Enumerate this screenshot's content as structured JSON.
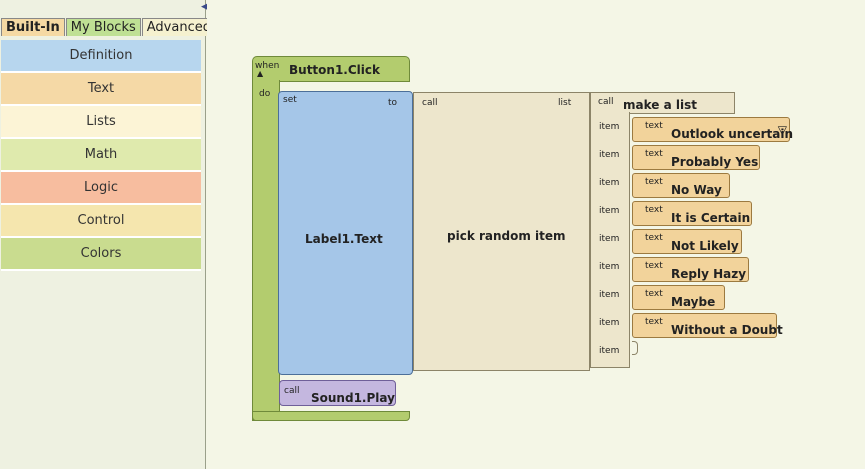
{
  "tabs": [
    {
      "label": "Built-In"
    },
    {
      "label": "My Blocks"
    },
    {
      "label": "Advanced"
    }
  ],
  "drawers": [
    {
      "label": "Definition",
      "color": "#b7d6ee"
    },
    {
      "label": "Text",
      "color": "#f5d9a6"
    },
    {
      "label": "Lists",
      "color": "#fcf4d6"
    },
    {
      "label": "Math",
      "color": "#dfeaad"
    },
    {
      "label": "Logic",
      "color": "#f7bd9f"
    },
    {
      "label": "Control",
      "color": "#f5e6ae"
    },
    {
      "label": "Colors",
      "color": "#c9dc8f"
    }
  ],
  "event": {
    "when_label": "when",
    "name": "Button1.Click",
    "do_label": "do",
    "color": "#b3cc6e"
  },
  "setter": {
    "set_label": "set",
    "name": "Label1.Text",
    "to_label": "to",
    "color": "#a5c6e8"
  },
  "random": {
    "call_label": "call",
    "name": "pick random item",
    "list_label": "list",
    "color": "#ede6cc"
  },
  "makelist": {
    "call_label": "call",
    "name": "make a list",
    "item_label": "item",
    "color": "#ede6cc"
  },
  "text_tag": "text",
  "text_color": "#f2d39b",
  "items": [
    "Outlook uncertain",
    "Probably Yes",
    "No Way",
    "It is Certain",
    "Not Likely",
    "Reply Hazy",
    "Maybe",
    "Without a Doubt",
    ""
  ],
  "dropdown_glyph": "▽",
  "play": {
    "call_label": "call",
    "name": "Sound1.Play",
    "color": "#c4b7df"
  },
  "collapse_glyph": "◀"
}
